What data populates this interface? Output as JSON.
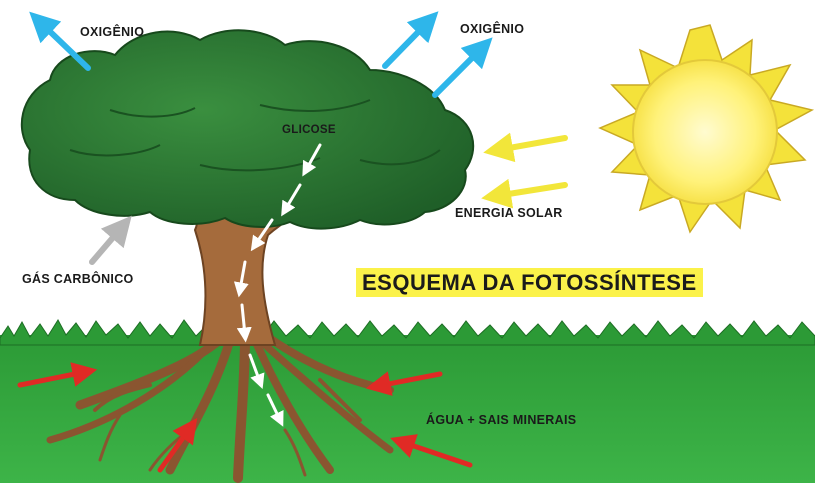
{
  "labels": {
    "oxigenio_left": "OXIGÊNIO",
    "oxigenio_right": "OXIGÊNIO",
    "glicose": "GLICOSE",
    "energia_solar": "ENERGIA SOLAR",
    "gas_carbonico": "GÁS CARBÔNICO",
    "agua_sais": "ÁGUA + SAIS MINERAIS",
    "title": "ESQUEMA DA FOTOSSÍNTESE"
  },
  "colors": {
    "sky": "#ffffff",
    "ground": "#2fa13a",
    "ground_light": "#58c24e",
    "foliage": "#2c7a34",
    "foliage_dark": "#1f5f28",
    "trunk": "#a56b3c",
    "roots": "#8a5530",
    "sun": "#fff27a",
    "sun_rays": "#f4e23a",
    "oxygen_arrow": "#2eb6ea",
    "energy_arrow": "#f2e63a",
    "co2_arrow": "#b5b5b5",
    "water_arrow": "#e02a25",
    "glucose_arrow": "#ffffff",
    "title_bg": "#fbf24a"
  }
}
